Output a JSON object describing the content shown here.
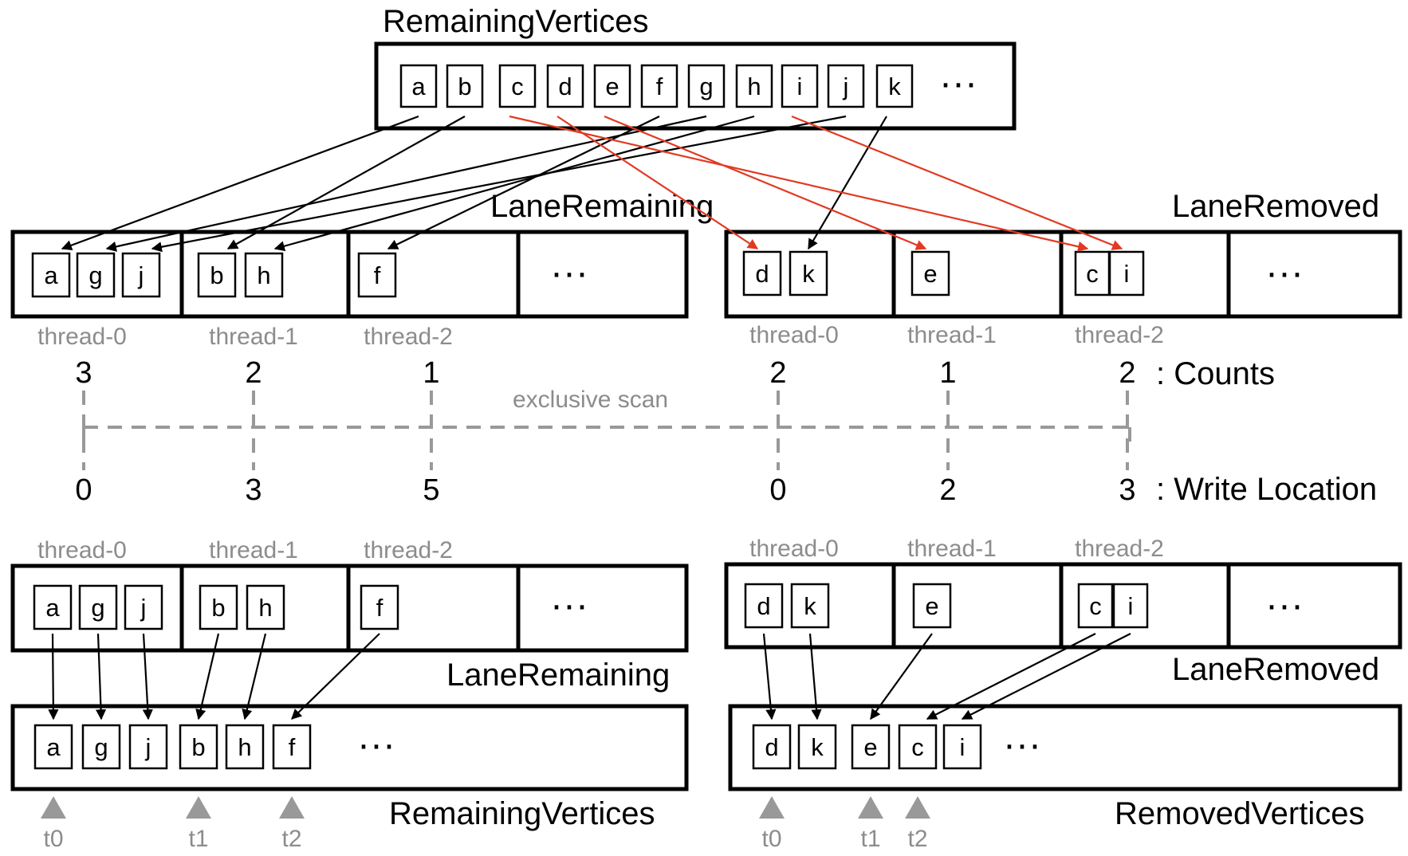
{
  "colors": {
    "black": "#000000",
    "red": "#e23a22",
    "gray": "#999999",
    "label_gray": "#8c8c8c"
  },
  "labels": {
    "top_array": "RemainingVertices",
    "lane_remaining_top": "LaneRemaining",
    "lane_removed_top": "LaneRemoved",
    "lane_remaining_bottom": "LaneRemaining",
    "lane_removed_bottom": "LaneRemoved",
    "remaining_vertices_bottom": "RemainingVertices",
    "removed_vertices_bottom": "RemovedVertices",
    "counts": ": Counts",
    "write_location": ": Write Location",
    "exclusive_scan": "exclusive scan",
    "ellipsis": "···"
  },
  "top_vertices": [
    "a",
    "b",
    "c",
    "d",
    "e",
    "f",
    "g",
    "h",
    "i",
    "j",
    "k"
  ],
  "lane_remaining": [
    {
      "thread": "thread-0",
      "items": [
        "a",
        "g",
        "j"
      ]
    },
    {
      "thread": "thread-1",
      "items": [
        "b",
        "h"
      ]
    },
    {
      "thread": "thread-2",
      "items": [
        "f"
      ]
    }
  ],
  "lane_removed": [
    {
      "thread": "thread-0",
      "items": [
        "d",
        "k"
      ]
    },
    {
      "thread": "thread-1",
      "items": [
        "e"
      ]
    },
    {
      "thread": "thread-2",
      "items": [
        "c",
        "i"
      ]
    }
  ],
  "remaining_counts": [
    "3",
    "2",
    "1"
  ],
  "removed_counts": [
    "2",
    "1",
    "2"
  ],
  "remaining_write_locations": [
    "0",
    "3",
    "5"
  ],
  "removed_write_locations": [
    "0",
    "2",
    "3"
  ],
  "remaining_output": [
    "a",
    "g",
    "j",
    "b",
    "h",
    "f"
  ],
  "removed_output": [
    "d",
    "k",
    "e",
    "c",
    "i"
  ],
  "remaining_markers": [
    "t0",
    "t1",
    "t2"
  ],
  "removed_markers": [
    "t0",
    "t1",
    "t2"
  ]
}
